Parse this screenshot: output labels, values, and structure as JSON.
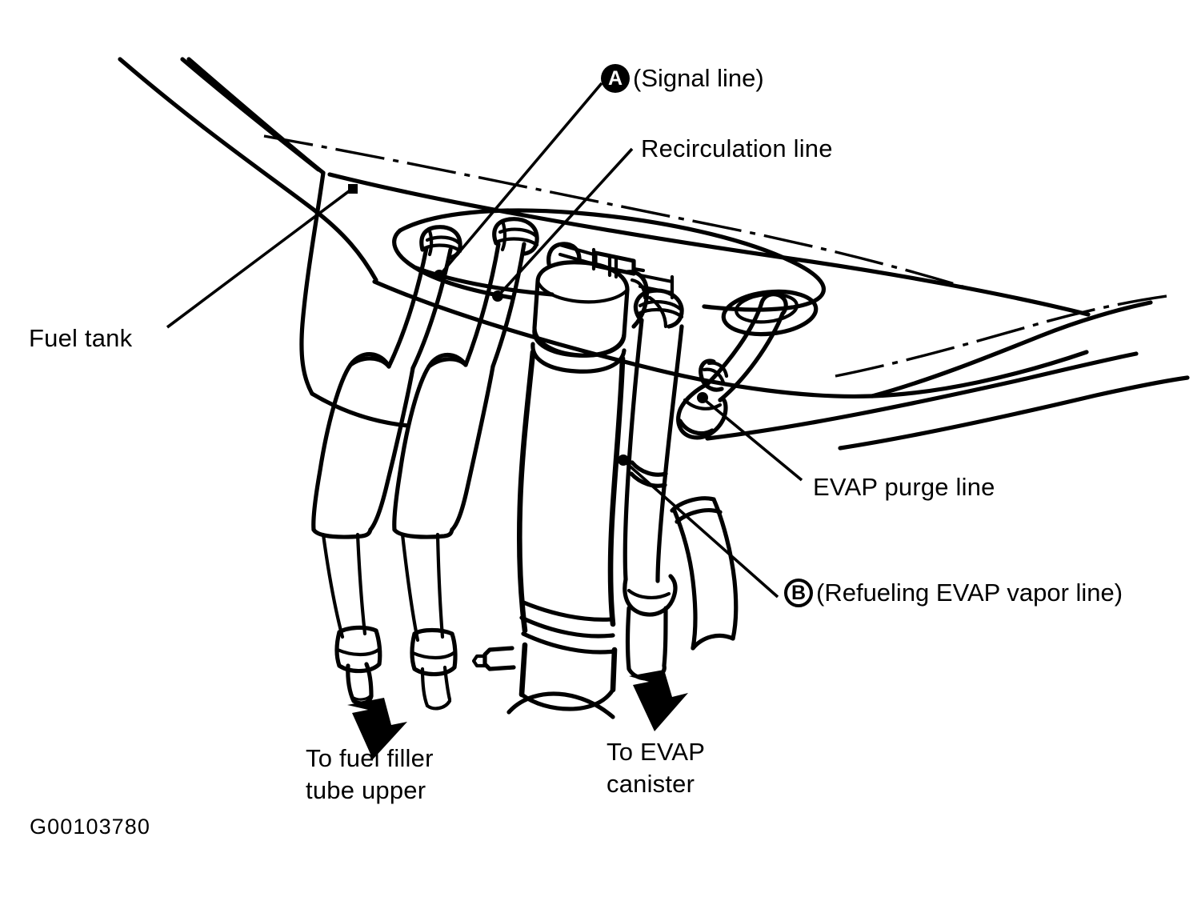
{
  "figure": {
    "id_code": "G00103780",
    "type": "automotive line drawing",
    "subject": "Fuel tank EVAP / vapor line routing"
  },
  "labels": {
    "fuel_tank": "Fuel tank",
    "recirculation_line": "Recirculation line",
    "evap_purge_line": "EVAP purge line",
    "to_fuel_filler_tube": "To fuel filler\ntube upper",
    "to_evap_canister": "To EVAP\ncanister"
  },
  "callouts": [
    {
      "key": "A",
      "style": "filled",
      "text": "(Signal line)"
    },
    {
      "key": "B",
      "style": "outline",
      "text": "(Refueling EVAP vapor line)"
    }
  ],
  "colors": {
    "ink": "#000000",
    "paper": "#ffffff"
  }
}
